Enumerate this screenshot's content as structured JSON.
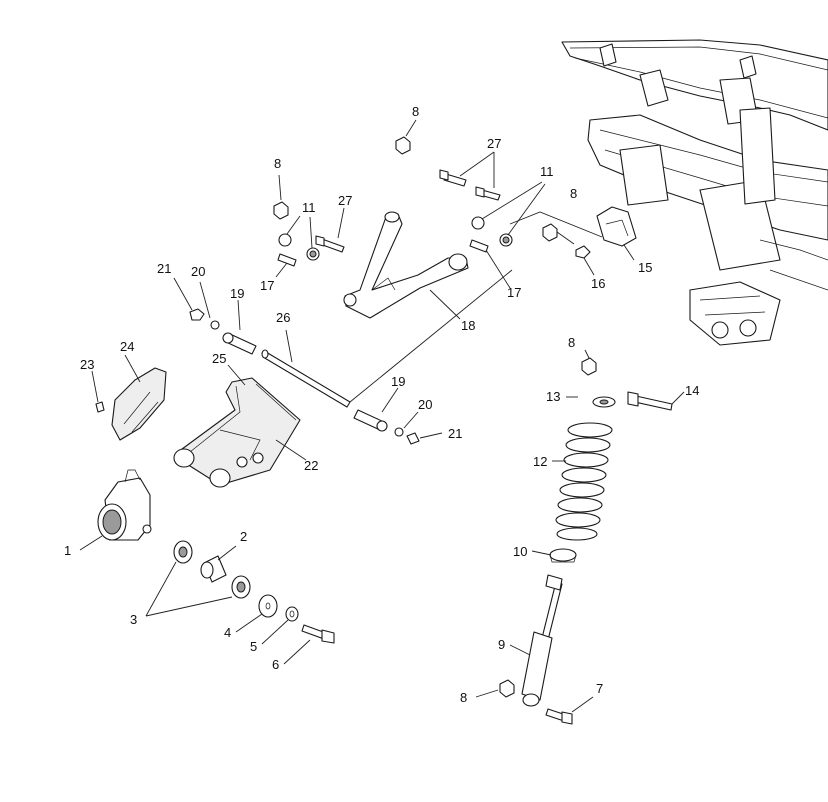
{
  "diagram": {
    "callouts": [
      {
        "id": "c1",
        "label": "1"
      },
      {
        "id": "c2",
        "label": "2"
      },
      {
        "id": "c3",
        "label": "3"
      },
      {
        "id": "c4",
        "label": "4"
      },
      {
        "id": "c5",
        "label": "5"
      },
      {
        "id": "c6",
        "label": "6"
      },
      {
        "id": "c7",
        "label": "7"
      },
      {
        "id": "c8a",
        "label": "8"
      },
      {
        "id": "c8b",
        "label": "8"
      },
      {
        "id": "c8c",
        "label": "8"
      },
      {
        "id": "c8d",
        "label": "8"
      },
      {
        "id": "c8e",
        "label": "8"
      },
      {
        "id": "c9",
        "label": "9"
      },
      {
        "id": "c10",
        "label": "10"
      },
      {
        "id": "c11a",
        "label": "11"
      },
      {
        "id": "c11b",
        "label": "11"
      },
      {
        "id": "c12",
        "label": "12"
      },
      {
        "id": "c13",
        "label": "13"
      },
      {
        "id": "c14",
        "label": "14"
      },
      {
        "id": "c15",
        "label": "15"
      },
      {
        "id": "c16",
        "label": "16"
      },
      {
        "id": "c17a",
        "label": "17"
      },
      {
        "id": "c17b",
        "label": "17"
      },
      {
        "id": "c18",
        "label": "18"
      },
      {
        "id": "c19a",
        "label": "19"
      },
      {
        "id": "c19b",
        "label": "19"
      },
      {
        "id": "c20a",
        "label": "20"
      },
      {
        "id": "c20b",
        "label": "20"
      },
      {
        "id": "c21a",
        "label": "21"
      },
      {
        "id": "c21b",
        "label": "21"
      },
      {
        "id": "c22",
        "label": "22"
      },
      {
        "id": "c23",
        "label": "23"
      },
      {
        "id": "c24",
        "label": "24"
      },
      {
        "id": "c25",
        "label": "25"
      },
      {
        "id": "c26",
        "label": "26"
      },
      {
        "id": "c27a",
        "label": "27"
      },
      {
        "id": "c27b",
        "label": "27"
      }
    ]
  }
}
